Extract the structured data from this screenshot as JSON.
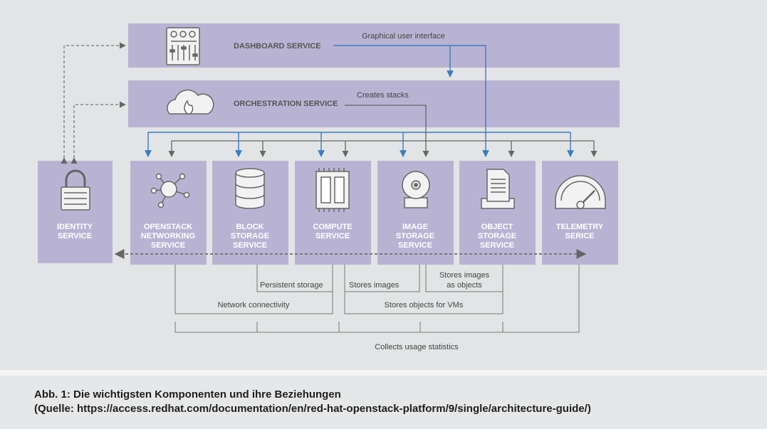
{
  "bars": {
    "dashboard": {
      "label": "DASHBOARD SERVICE",
      "note": "Graphical user interface"
    },
    "orchestration": {
      "label": "ORCHESTRATION SERVICE",
      "note": "Creates stacks"
    }
  },
  "services": {
    "identity": {
      "line1": "IDENTITY",
      "line2": "SERVICE",
      "line3": ""
    },
    "networking": {
      "line1": "OPENSTACK",
      "line2": "NETWORKING",
      "line3": "SERVICE"
    },
    "block": {
      "line1": "BLOCK",
      "line2": "STORAGE",
      "line3": "SERVICE"
    },
    "compute": {
      "line1": "COMPUTE",
      "line2": "SERVICE",
      "line3": ""
    },
    "image": {
      "line1": "IMAGE",
      "line2": "STORAGE",
      "line3": "SERVICE"
    },
    "object": {
      "line1": "OBJECT",
      "line2": "STORAGE",
      "line3": "SERVICE"
    },
    "telemetry": {
      "line1": "TELEMETRY",
      "line2": "SERICE",
      "line3": ""
    }
  },
  "relations": {
    "persistent_storage": "Persistent storage",
    "stores_images": "Stores images",
    "stores_images_objects_1": "Stores images",
    "stores_images_objects_2": "as objects",
    "network_connectivity": "Network connectivity",
    "stores_objects_vms": "Stores objects for VMs",
    "collects_usage": "Collects usage statistics"
  },
  "caption": {
    "line1": "Abb. 1: Die wichtigsten Komponenten und ihre Beziehungen",
    "line2": "(Quelle: https://access.redhat.com/documentation/en/red-hat-openstack-platform/9/single/architecture-guide/)"
  },
  "colors": {
    "box": "#b9b3d3",
    "blue_arrow": "#3a7cc0",
    "gray_line": "#666666",
    "background": "#e2e4e5"
  }
}
